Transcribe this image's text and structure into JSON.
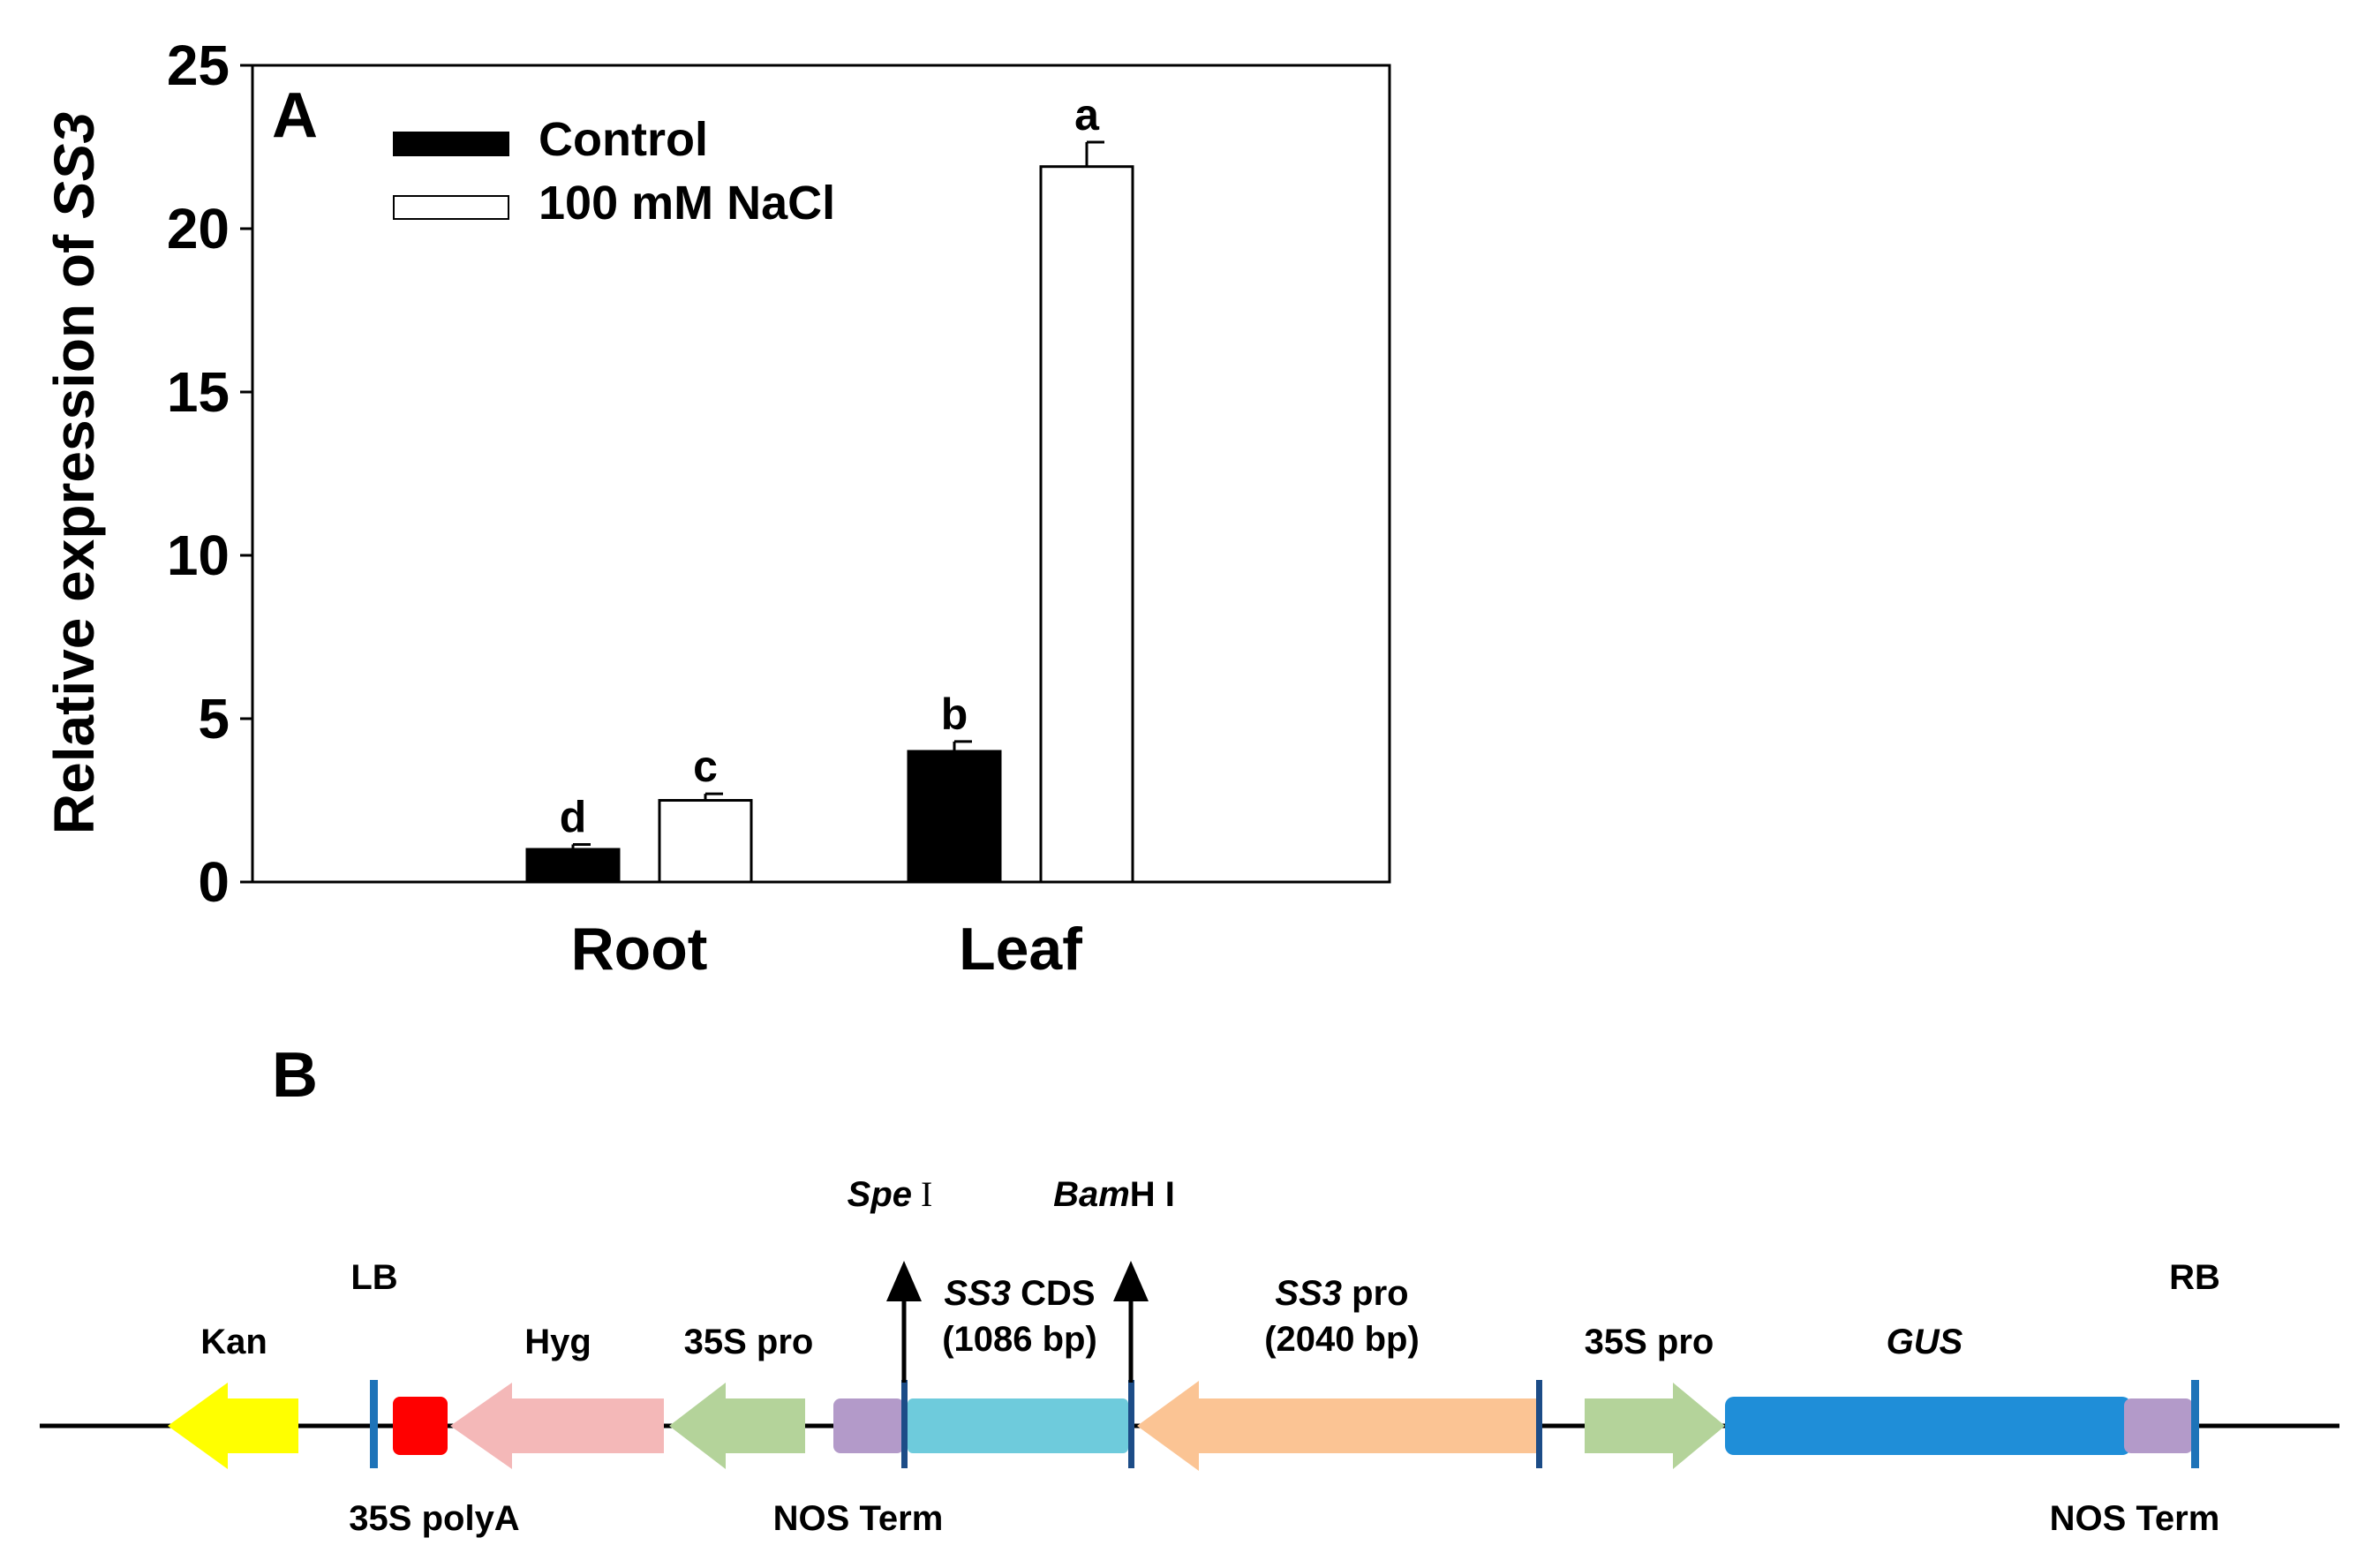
{
  "panel_a": {
    "label": "A",
    "ylabel_prefix": "Relative expression of ",
    "ylabel_gene": "SS3",
    "ytick_labels": [
      "0",
      "5",
      "10",
      "15",
      "20",
      "25"
    ]
  },
  "panel_b": {
    "label": "B",
    "features": {
      "kan": "Kan",
      "lb": "LB",
      "hyg": "Hyg",
      "pro35s_left": "35S pro",
      "polya": "35S polyA",
      "nos_left": "NOS Term",
      "spe_italic": "Spe",
      "spe_roman": " I",
      "bam_italic": "Bam",
      "bam_roman": "H I",
      "cds_gene": "SS3",
      "cds_suffix": " CDS",
      "cds_size": "(1086 bp)",
      "pro_gene": "SS3",
      "pro_suffix": " pro",
      "pro_size": "(2040 bp)",
      "pro35s_right": "35S pro",
      "gus": "GUS",
      "rb": "RB",
      "nos_right": "NOS Term"
    },
    "colors": {
      "kan": "#ffff00",
      "polya": "#ff0000",
      "hyg": "#f4b8b8",
      "pro35s": "#b4d39a",
      "nos": "#b39ac9",
      "cds": "#6ecbdc",
      "ss3pro": "#fbc494",
      "gus": "#1f8ed8",
      "border": "#1e73b8"
    }
  },
  "chart_data": {
    "type": "bar",
    "categories": [
      "Root",
      "Leaf"
    ],
    "ylim": [
      0,
      25
    ],
    "yticks": [
      0,
      5,
      10,
      15,
      20,
      25
    ],
    "series": [
      {
        "name": "Control",
        "color": "#000000",
        "values": [
          1.0,
          4.0
        ],
        "errors": [
          0.15,
          0.3
        ],
        "letters": [
          "d",
          "b"
        ]
      },
      {
        "name": "100 mM NaCl",
        "color": "#ffffff",
        "values": [
          2.5,
          21.9
        ],
        "errors": [
          0.2,
          0.75
        ],
        "letters": [
          "c",
          "a"
        ]
      }
    ],
    "legend_position": "top-left",
    "grid": false
  }
}
